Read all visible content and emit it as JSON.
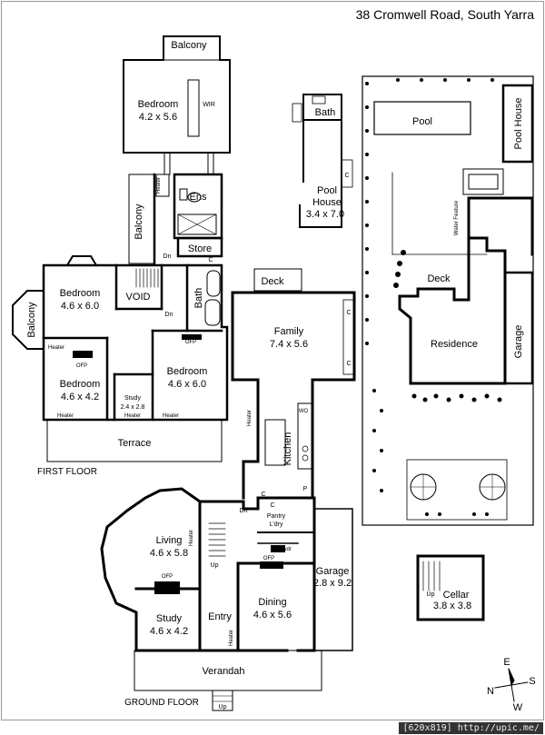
{
  "address": "38 Cromwell Road, South Yarra",
  "floor_labels": {
    "first": "FIRST FLOOR",
    "ground": "GROUND FLOOR"
  },
  "rooms": {
    "balcony_top": "Balcony",
    "bedroom_top": "Bedroom",
    "bedroom_top_dim": "4.2 x 5.6",
    "wir": "WIR",
    "ens": "Ens",
    "balcony_mid": "Balcony",
    "store": "Store",
    "bedroom_w": "Bedroom",
    "bedroom_w_dim": "4.6 x 6.0",
    "void": "VOID",
    "bath": "Bath",
    "balcony_left": "Balcony",
    "bedroom_sw": "Bedroom",
    "bedroom_sw_dim": "4.6 x 4.2",
    "study_first": "Study",
    "study_first_dim": "2.4 x 2.8",
    "bedroom_e": "Bedroom",
    "bedroom_e_dim": "4.6 x 6.0",
    "terrace": "Terrace",
    "bath_pool": "Bath",
    "pool_house": "Pool",
    "pool_house2": "House",
    "pool_house_dim": "3.4 x 7.0",
    "pool": "Pool",
    "pool_house_site": "Pool House",
    "deck_site": "Deck",
    "residence": "Residence",
    "garage_site": "Garage",
    "water_feature": "Water Feature",
    "deck": "Deck",
    "family": "Family",
    "family_dim": "7.4 x 5.6",
    "kitchen": "Kitchen",
    "pantry": "Pantry",
    "ldry": "L'dry",
    "living": "Living",
    "living_dim": "4.6 x 5.8",
    "study_ground": "Study",
    "study_ground_dim": "4.6 x 4.2",
    "entry": "Entry",
    "dining": "Dining",
    "dining_dim": "4.6 x 5.6",
    "garage": "Garage",
    "garage_dim": "2.8 x 9.2",
    "verandah": "Verandah",
    "pwdr": "Pwdr",
    "cellar": "Cellar",
    "cellar_dim": "3.8 x 3.8"
  },
  "annotations": {
    "dn": "Dn",
    "up": "Up",
    "heater": "Heater",
    "ofp": "OFP",
    "c": "C",
    "p": "P",
    "wo": "WO"
  },
  "compass": {
    "n": "N",
    "e": "E",
    "s": "S",
    "w": "W"
  },
  "footer": "[620x819] http://upic.me/"
}
